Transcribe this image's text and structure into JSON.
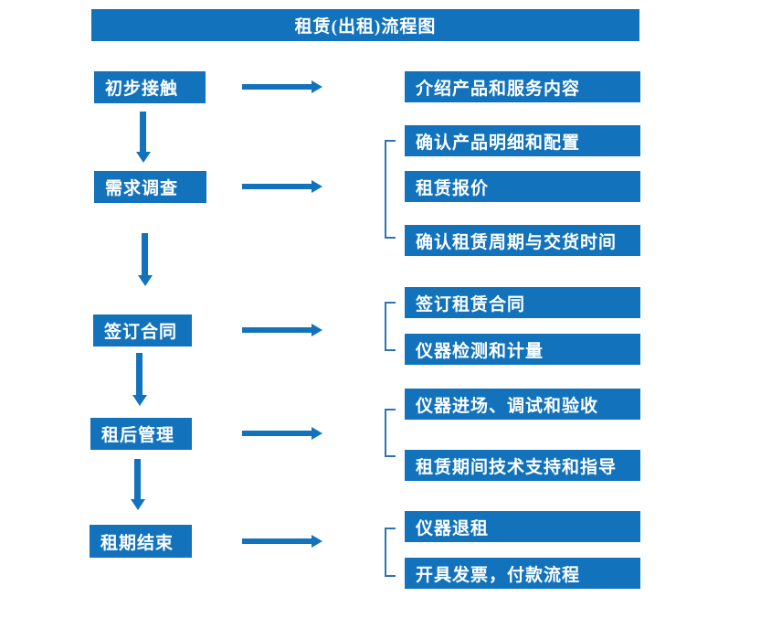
{
  "title": "租赁(出租)流程图",
  "steps": [
    {
      "label": "初步接触",
      "details": [
        "介绍产品和服务内容"
      ]
    },
    {
      "label": "需求调查",
      "details": [
        "确认产品明细和配置",
        "租赁报价",
        "确认租赁周期与交货时间"
      ]
    },
    {
      "label": "签订合同",
      "details": [
        "签订租赁合同",
        "仪器检测和计量"
      ]
    },
    {
      "label": "租后管理",
      "details": [
        "仪器进场、调试和验收",
        "租赁期间技术支持和指导"
      ]
    },
    {
      "label": "租期结束",
      "details": [
        "仪器退租",
        "开具发票，付款流程"
      ]
    }
  ],
  "colors": {
    "box_blue": "#1273BC",
    "arrow_blue": "#1273BC",
    "bracket_blue": "#2E74B5",
    "text_white": "#FFFFFF",
    "background": "#FFFFFF"
  }
}
